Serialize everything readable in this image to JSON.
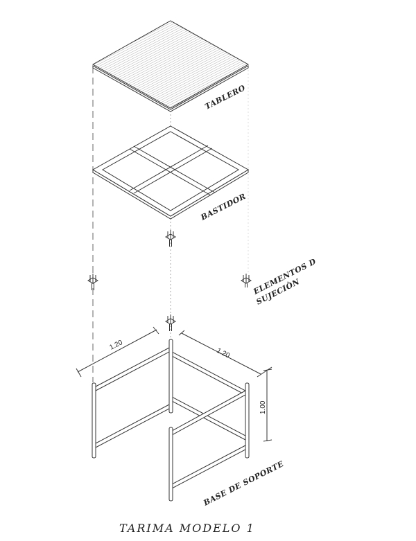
{
  "labels": {
    "tablero": "TABLERO",
    "bastidor": "BASTIDOR",
    "elementos_line1": "ELEMENTOS D",
    "elementos_line2": "SUJECIÒN",
    "base": "BASE DE SOPORTE"
  },
  "dimensions": {
    "width_left": "1.20",
    "width_right": "1.20",
    "height": "1.00"
  },
  "title": "TARIMA MODELO 1"
}
